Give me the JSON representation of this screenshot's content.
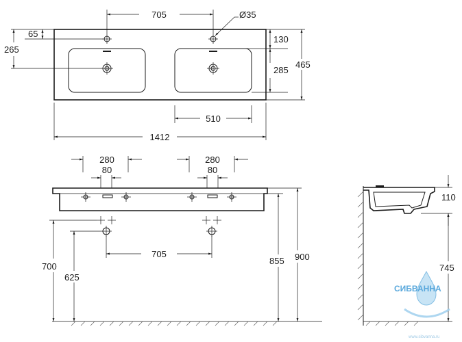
{
  "top_view": {
    "dims": {
      "tap_spacing": "705",
      "tap_hole": "Ø35",
      "tap_from_back_left": "65",
      "bowl_center_left": "265",
      "tap_from_back_right": "130",
      "bowl_depth": "285",
      "total_depth": "465",
      "bowl_width": "510",
      "total_width": "1412"
    }
  },
  "front_view": {
    "dims": {
      "left_outer": "280",
      "left_inner": "80",
      "right_outer": "280",
      "right_inner": "80",
      "waste_spacing": "705",
      "fix_height_700": "700",
      "fix_height_625": "625",
      "rim_height_855": "855",
      "top_height_900": "900"
    }
  },
  "side_view": {
    "dims": {
      "basin_depth": "110",
      "waste_height": "745"
    }
  },
  "watermark": {
    "brand": "СИБВАННА",
    "url": "www.sibvanna.ru"
  }
}
